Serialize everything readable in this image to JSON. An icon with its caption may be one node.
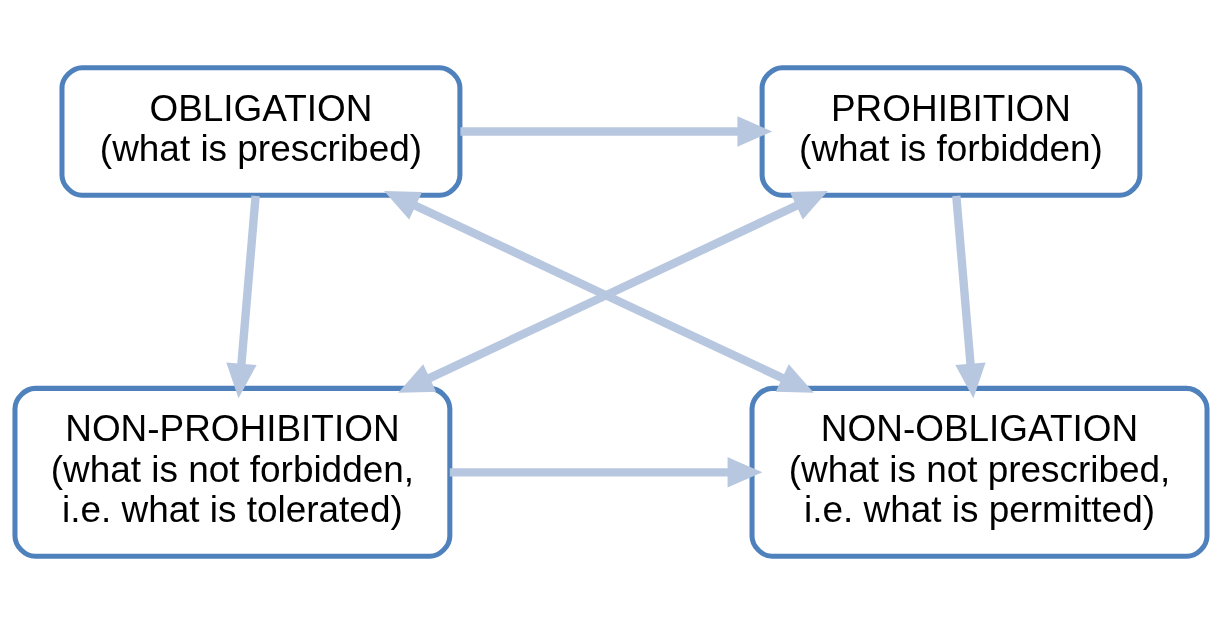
{
  "diagram": {
    "nodes": [
      {
        "text": [
          "OBLIGATION",
          "(what is prescribed)"
        ]
      },
      {
        "text": [
          "PROHIBITION",
          "(what is forbidden)"
        ]
      },
      {
        "text": [
          "NON-PROHIBITION",
          "(what is not forbidden,",
          "i.e. what is tolerated)"
        ]
      },
      {
        "text": [
          "NON-OBLIGATION",
          "(what is not prescribed,",
          "i.e. what is permitted)"
        ]
      }
    ],
    "edges": [
      {
        "from": 0,
        "to": 1,
        "arrow": "to"
      },
      {
        "from": 0,
        "to": 3,
        "arrow": "both"
      },
      {
        "from": 1,
        "to": 2,
        "arrow": "both"
      },
      {
        "from": 0,
        "to": 2,
        "arrow": "to"
      },
      {
        "from": 1,
        "to": 3,
        "arrow": "to"
      },
      {
        "from": 2,
        "to": 3,
        "arrow": "to"
      }
    ]
  }
}
